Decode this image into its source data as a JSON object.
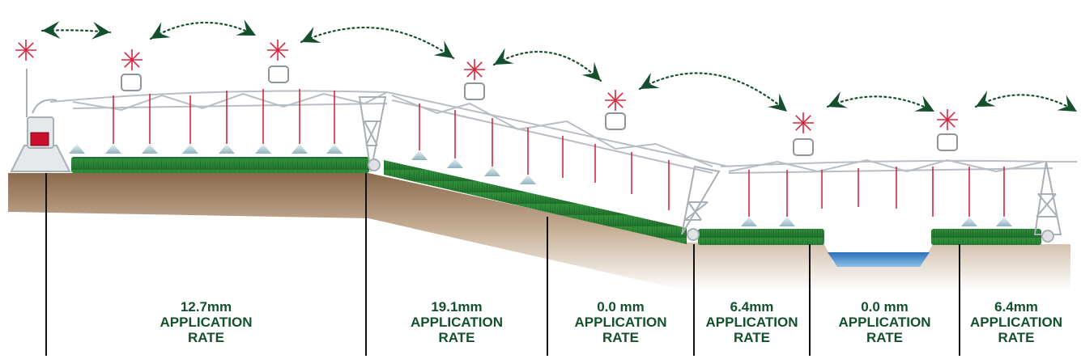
{
  "colors": {
    "label_text": "#14502d",
    "grass": "#2f8a3a",
    "soil_top": "#8a6a4c",
    "water": "#3f86c9",
    "arrow": "#14502d",
    "sprinkler_drop": "#d7263d",
    "structure": "#b9bec4"
  },
  "icons": [
    "double-arrow-icon",
    "sprinkler-star-icon",
    "spray-cone-icon",
    "control-panel-icon",
    "wheel-tower-icon"
  ],
  "zones": [
    {
      "amount": "12.7mm",
      "line2": "APPLICATION",
      "line3": "RATE",
      "terrain": "flat field"
    },
    {
      "amount": "19.1mm",
      "line2": "APPLICATION",
      "line3": "RATE",
      "terrain": "slope"
    },
    {
      "amount": "0.0 mm",
      "line2": "APPLICATION",
      "line3": "RATE",
      "terrain": "slope (no watering)"
    },
    {
      "amount": "6.4mm",
      "line2": "APPLICATION",
      "line3": "RATE",
      "terrain": "flat field"
    },
    {
      "amount": "0.0 mm",
      "line2": "APPLICATION",
      "line3": "RATE",
      "terrain": "water ditch"
    },
    {
      "amount": "6.4mm",
      "line2": "APPLICATION",
      "line3": "RATE",
      "terrain": "flat field"
    }
  ]
}
